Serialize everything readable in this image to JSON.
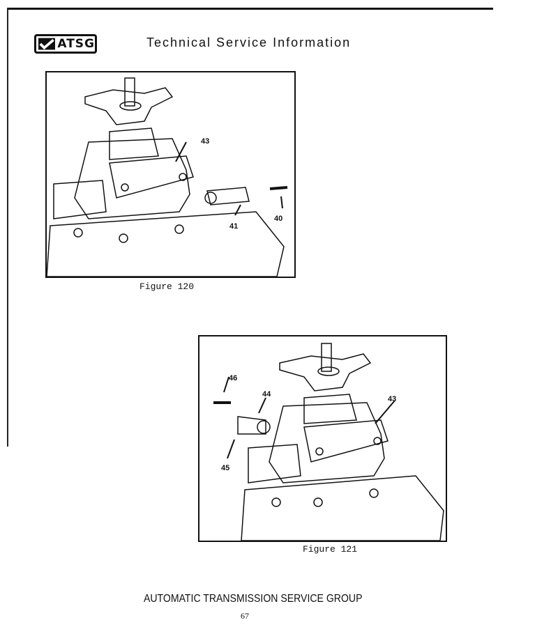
{
  "header": {
    "logo_text": "ATSG",
    "title": "Technical Service Information"
  },
  "figures": [
    {
      "caption": "Figure 120",
      "callouts": [
        "43",
        "41",
        "40"
      ]
    },
    {
      "caption": "Figure 121",
      "callouts": [
        "46",
        "44",
        "43",
        "45"
      ]
    }
  ],
  "footer": {
    "organization": "AUTOMATIC TRANSMISSION SERVICE GROUP",
    "page_number": "67"
  }
}
